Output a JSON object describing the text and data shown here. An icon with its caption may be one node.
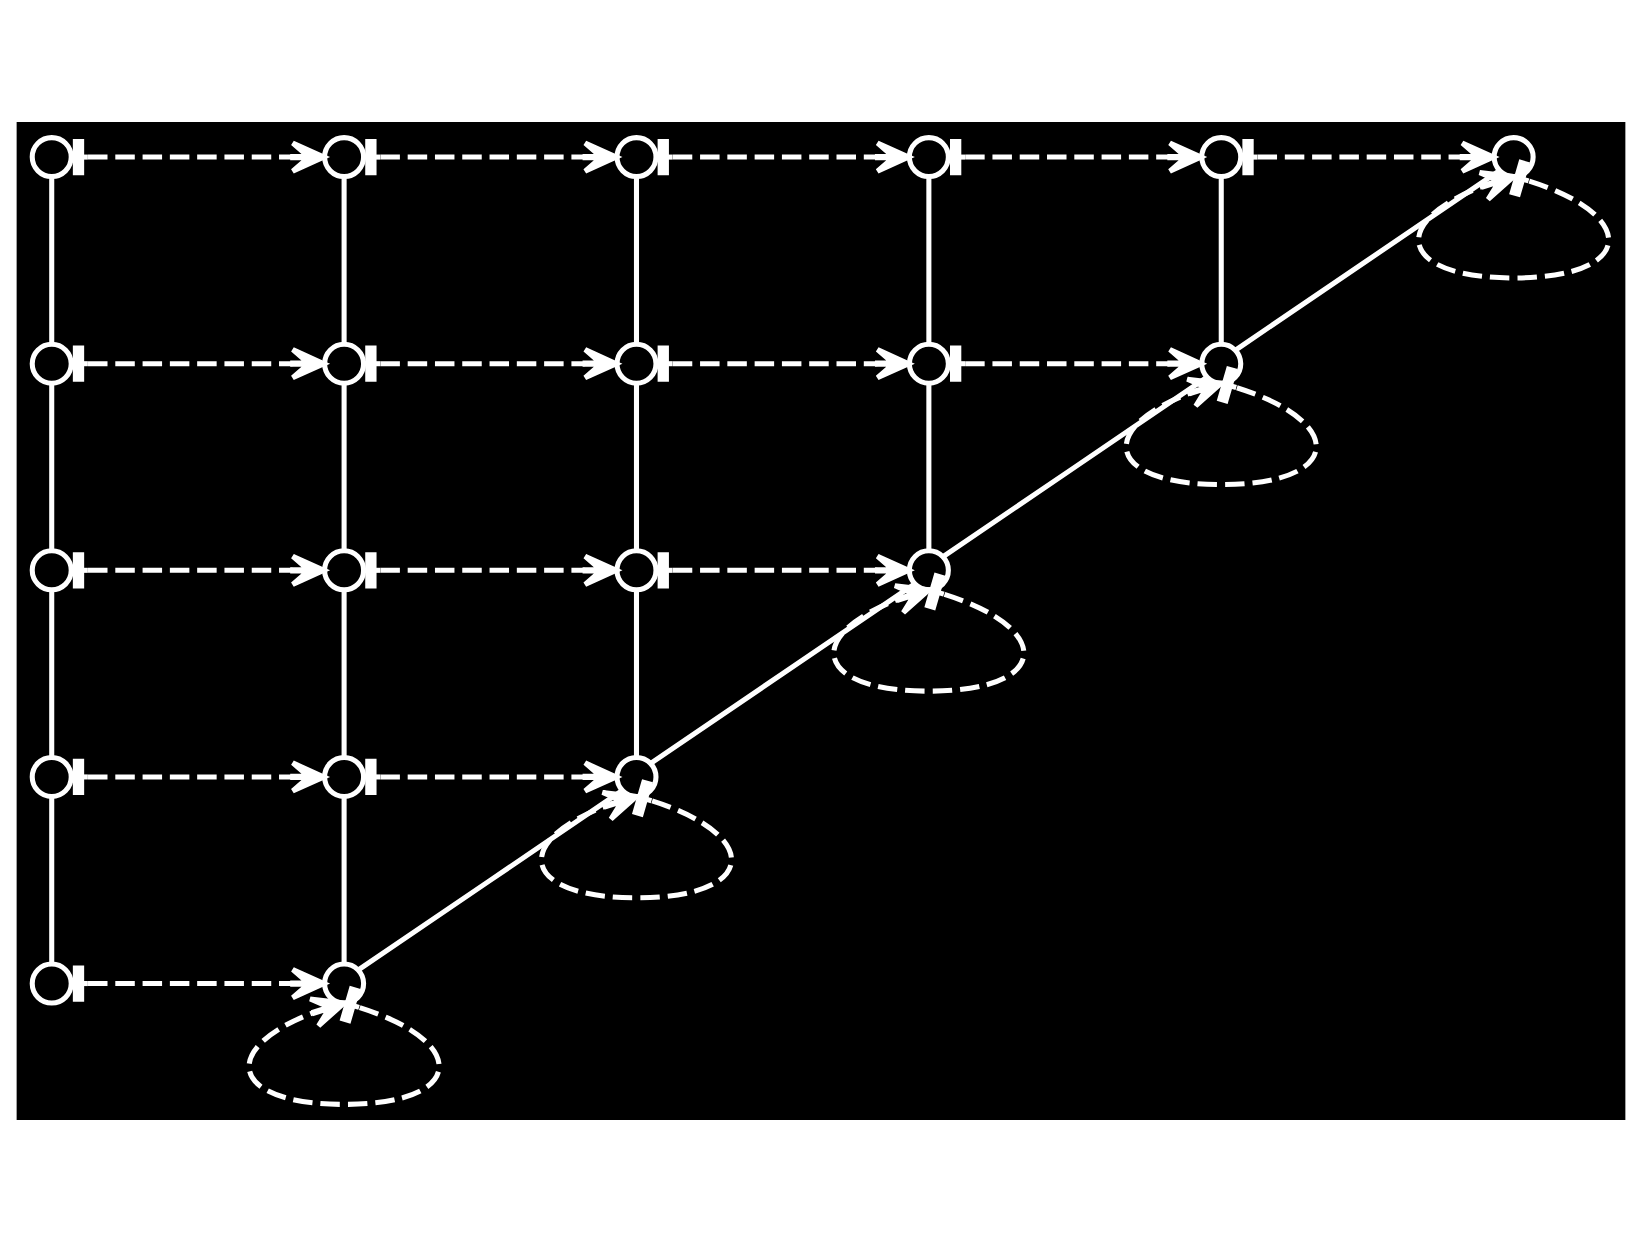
{
  "diagram": {
    "nodes": [
      {
        "text": [],
        "shape": "circle"
      },
      {
        "text": [],
        "shape": "circle"
      },
      {
        "text": [],
        "shape": "circle"
      },
      {
        "text": [],
        "shape": "circle"
      },
      {
        "text": [],
        "shape": "circle"
      },
      {
        "text": [],
        "shape": "circle"
      },
      {
        "text": [],
        "shape": "circle"
      },
      {
        "text": [],
        "shape": "circle"
      },
      {
        "text": [],
        "shape": "circle"
      },
      {
        "text": [],
        "shape": "circle"
      },
      {
        "text": [],
        "shape": "circle"
      },
      {
        "text": [],
        "shape": "circle"
      },
      {
        "text": [],
        "shape": "circle"
      },
      {
        "text": [],
        "shape": "circle"
      },
      {
        "text": [],
        "shape": "circle"
      },
      {
        "text": [],
        "shape": "circle"
      },
      {
        "text": [],
        "shape": "circle"
      },
      {
        "text": [],
        "shape": "circle"
      },
      {
        "text": [],
        "shape": "circle"
      },
      {
        "text": [],
        "shape": "circle"
      }
    ],
    "edges": [
      {
        "from": 0,
        "to": 1,
        "arrow": "to",
        "style": "dashed"
      },
      {
        "from": 1,
        "to": 2,
        "arrow": "to",
        "style": "dashed"
      },
      {
        "from": 2,
        "to": 3,
        "arrow": "to",
        "style": "dashed"
      },
      {
        "from": 3,
        "to": 4,
        "arrow": "to",
        "style": "dashed"
      },
      {
        "from": 4,
        "to": 5,
        "arrow": "to",
        "style": "dashed"
      },
      {
        "from": 0,
        "to": 6,
        "arrow": "none"
      },
      {
        "from": 1,
        "to": 7,
        "arrow": "none"
      },
      {
        "from": 2,
        "to": 8,
        "arrow": "none"
      },
      {
        "from": 3,
        "to": 9,
        "arrow": "none"
      },
      {
        "from": 4,
        "to": 10,
        "arrow": "none"
      },
      {
        "from": 10,
        "to": 5,
        "arrow": "none"
      },
      {
        "from": 5,
        "to": 5,
        "arrow": "to",
        "style": "dashed"
      },
      {
        "from": 6,
        "to": 7,
        "arrow": "to",
        "style": "dashed"
      },
      {
        "from": 7,
        "to": 8,
        "arrow": "to",
        "style": "dashed"
      },
      {
        "from": 8,
        "to": 9,
        "arrow": "to",
        "style": "dashed"
      },
      {
        "from": 9,
        "to": 10,
        "arrow": "to",
        "style": "dashed"
      },
      {
        "from": 6,
        "to": 11,
        "arrow": "none"
      },
      {
        "from": 7,
        "to": 12,
        "arrow": "none"
      },
      {
        "from": 8,
        "to": 13,
        "arrow": "none"
      },
      {
        "from": 9,
        "to": 14,
        "arrow": "none"
      },
      {
        "from": 14,
        "to": 10,
        "arrow": "none"
      },
      {
        "from": 10,
        "to": 10,
        "arrow": "to",
        "style": "dashed"
      },
      {
        "from": 11,
        "to": 12,
        "arrow": "to",
        "style": "dashed"
      },
      {
        "from": 12,
        "to": 13,
        "arrow": "to",
        "style": "dashed"
      },
      {
        "from": 13,
        "to": 14,
        "arrow": "to",
        "style": "dashed"
      },
      {
        "from": 11,
        "to": 15,
        "arrow": "none"
      },
      {
        "from": 12,
        "to": 16,
        "arrow": "none"
      },
      {
        "from": 13,
        "to": 17,
        "arrow": "none"
      },
      {
        "from": 17,
        "to": 14,
        "arrow": "none"
      },
      {
        "from": 14,
        "to": 14,
        "arrow": "to",
        "style": "dashed"
      },
      {
        "from": 15,
        "to": 16,
        "arrow": "to",
        "style": "dashed"
      },
      {
        "from": 16,
        "to": 17,
        "arrow": "to",
        "style": "dashed"
      },
      {
        "from": 15,
        "to": 18,
        "arrow": "none"
      },
      {
        "from": 16,
        "to": 19,
        "arrow": "none"
      },
      {
        "from": 19,
        "to": 17,
        "arrow": "none"
      },
      {
        "from": 17,
        "to": 17,
        "arrow": "to",
        "style": "dashed"
      },
      {
        "from": 18,
        "to": 19,
        "arrow": "to",
        "style": "dashed"
      },
      {
        "from": 19,
        "to": 19,
        "arrow": "to",
        "style": "dashed"
      }
    ]
  }
}
